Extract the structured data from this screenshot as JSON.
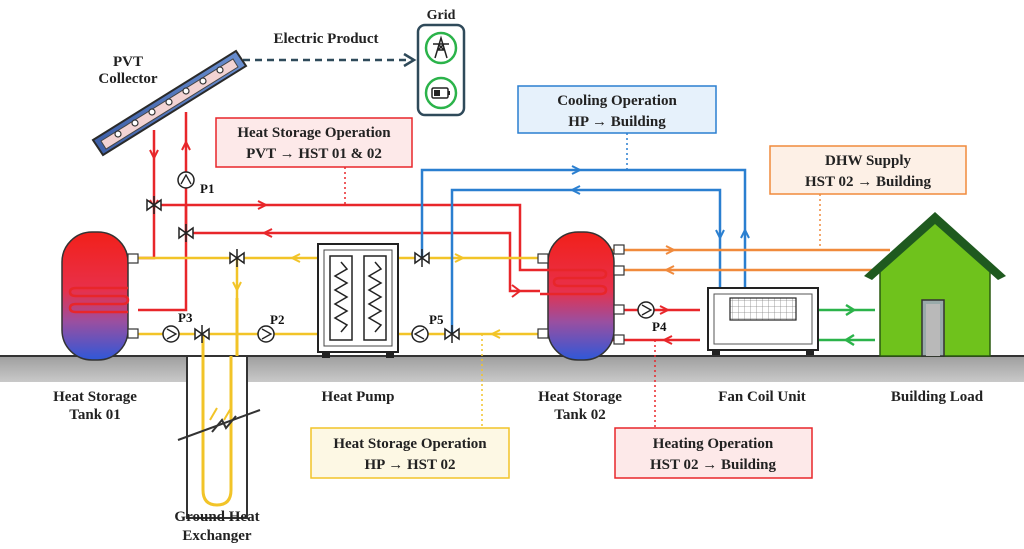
{
  "components": {
    "pvt_collector": {
      "line1": "PVT",
      "line2": "Collector"
    },
    "grid": {
      "label": "Grid"
    },
    "electric_product": {
      "label": "Electric Product"
    },
    "heat_storage_tank_01": {
      "line1": "Heat Storage",
      "line2": "Tank 01"
    },
    "heat_pump": {
      "label": "Heat Pump"
    },
    "heat_storage_tank_02": {
      "line1": "Heat Storage",
      "line2": "Tank 02"
    },
    "fan_coil_unit": {
      "label": "Fan Coil Unit"
    },
    "building_load": {
      "label": "Building Load"
    },
    "ground_heat_exchanger": {
      "line1": "Ground Heat",
      "line2": "Exchanger"
    }
  },
  "pumps": {
    "p1": "P1",
    "p2": "P2",
    "p3": "P3",
    "p4": "P4",
    "p5": "P5"
  },
  "operations": {
    "heat_storage_pvt": {
      "title": "Heat Storage Operation",
      "flow": "PVT → HST 01 & 02"
    },
    "cooling": {
      "title": "Cooling Operation",
      "flow": "HP → Building"
    },
    "dhw": {
      "title": "DHW Supply",
      "flow": "HST 02 → Building"
    },
    "heat_storage_hp": {
      "title": "Heat Storage Operation",
      "flow": "HP → HST 02"
    },
    "heating": {
      "title": "Heating Operation",
      "flow": "HST 02 → Building"
    }
  },
  "colors": {
    "hot_pipe": "#e8262a",
    "cold_pipe": "#f2c428",
    "cooling_pipe": "#2a7fd0",
    "dhw_pipe": "#f08a3c",
    "air_flow": "#2bb34a",
    "ground": "#a8a8a8",
    "house_wall": "#6fc21c",
    "house_roof": "#1f5a1f"
  }
}
